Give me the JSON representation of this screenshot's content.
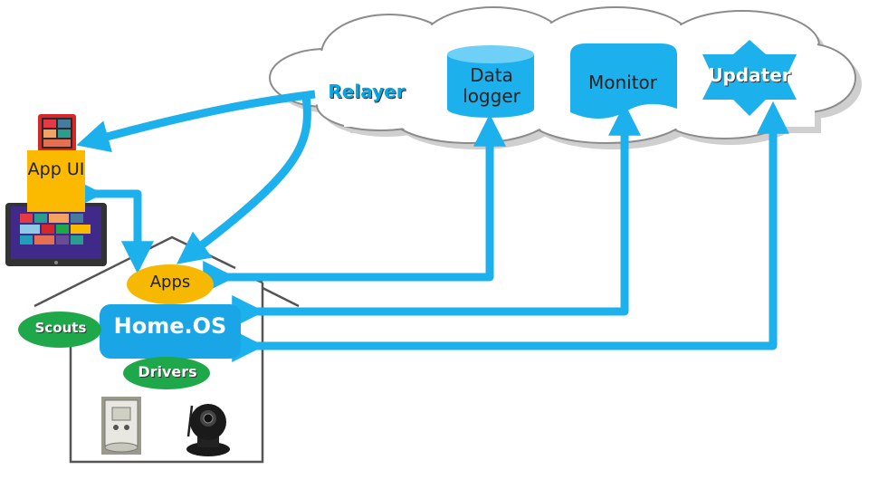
{
  "colors": {
    "arrow": "#1cb0ec",
    "cloud_fill": "#ffffff",
    "cloud_stroke": "#8c8c8c",
    "apps_fill": "#f6b800",
    "homeos_fill": "#1aa5e6",
    "green_fill": "#1fa84a",
    "app_ui_fill": "#fbb900",
    "house_stroke": "#555555"
  },
  "cloud": {
    "relayer": "Relayer",
    "data_logger": "Data logger",
    "monitor": "Monitor",
    "updater": "Updater"
  },
  "client": {
    "app_ui": "App UI"
  },
  "home": {
    "apps": "Apps",
    "homeos": "Home.OS",
    "scouts": "Scouts",
    "drivers": "Drivers"
  },
  "icons": [
    "phone-icon",
    "tablet-icon",
    "sensor-device-icon",
    "ip-camera-icon"
  ]
}
